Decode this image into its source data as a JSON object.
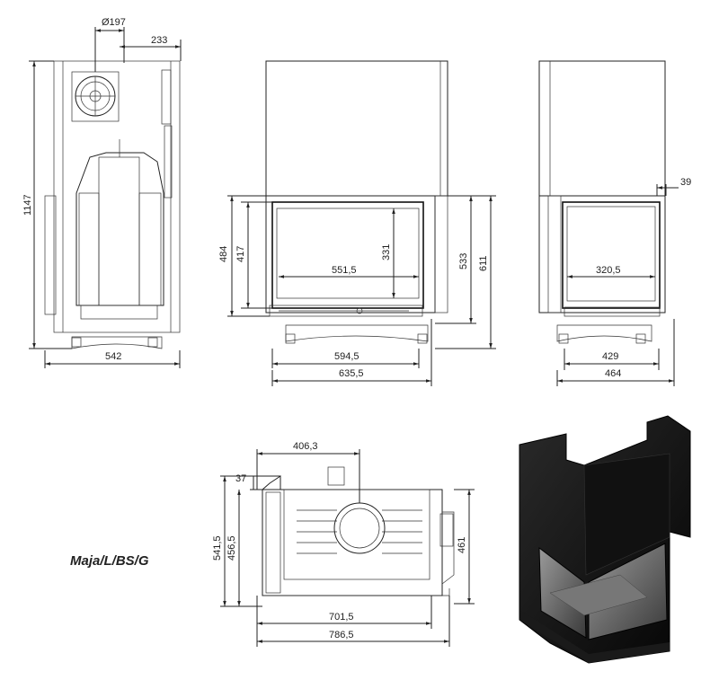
{
  "model": {
    "name": "Maja/L/BS/G"
  },
  "side_view": {
    "dims": {
      "flue_diameter": "Ø197",
      "flue_offset": "233",
      "height": "1147",
      "depth": "542"
    }
  },
  "front_view": {
    "dims": {
      "opening_height": "484",
      "glass_height": "417",
      "glass_width": "551,5",
      "glass_height_inner": "331",
      "body_height": "533",
      "total_height": "611",
      "base_width": "594,5",
      "total_width": "635,5"
    }
  },
  "right_view": {
    "dims": {
      "offset": "39",
      "glass_width": "320,5",
      "base_width": "429",
      "total_width": "464"
    }
  },
  "top_view": {
    "dims": {
      "flue_x": "406,3",
      "flue_y": "37",
      "depth_total": "541,5",
      "depth_body": "456,5",
      "depth_side": "461",
      "width_body": "701,5",
      "width_total": "786,5"
    }
  }
}
